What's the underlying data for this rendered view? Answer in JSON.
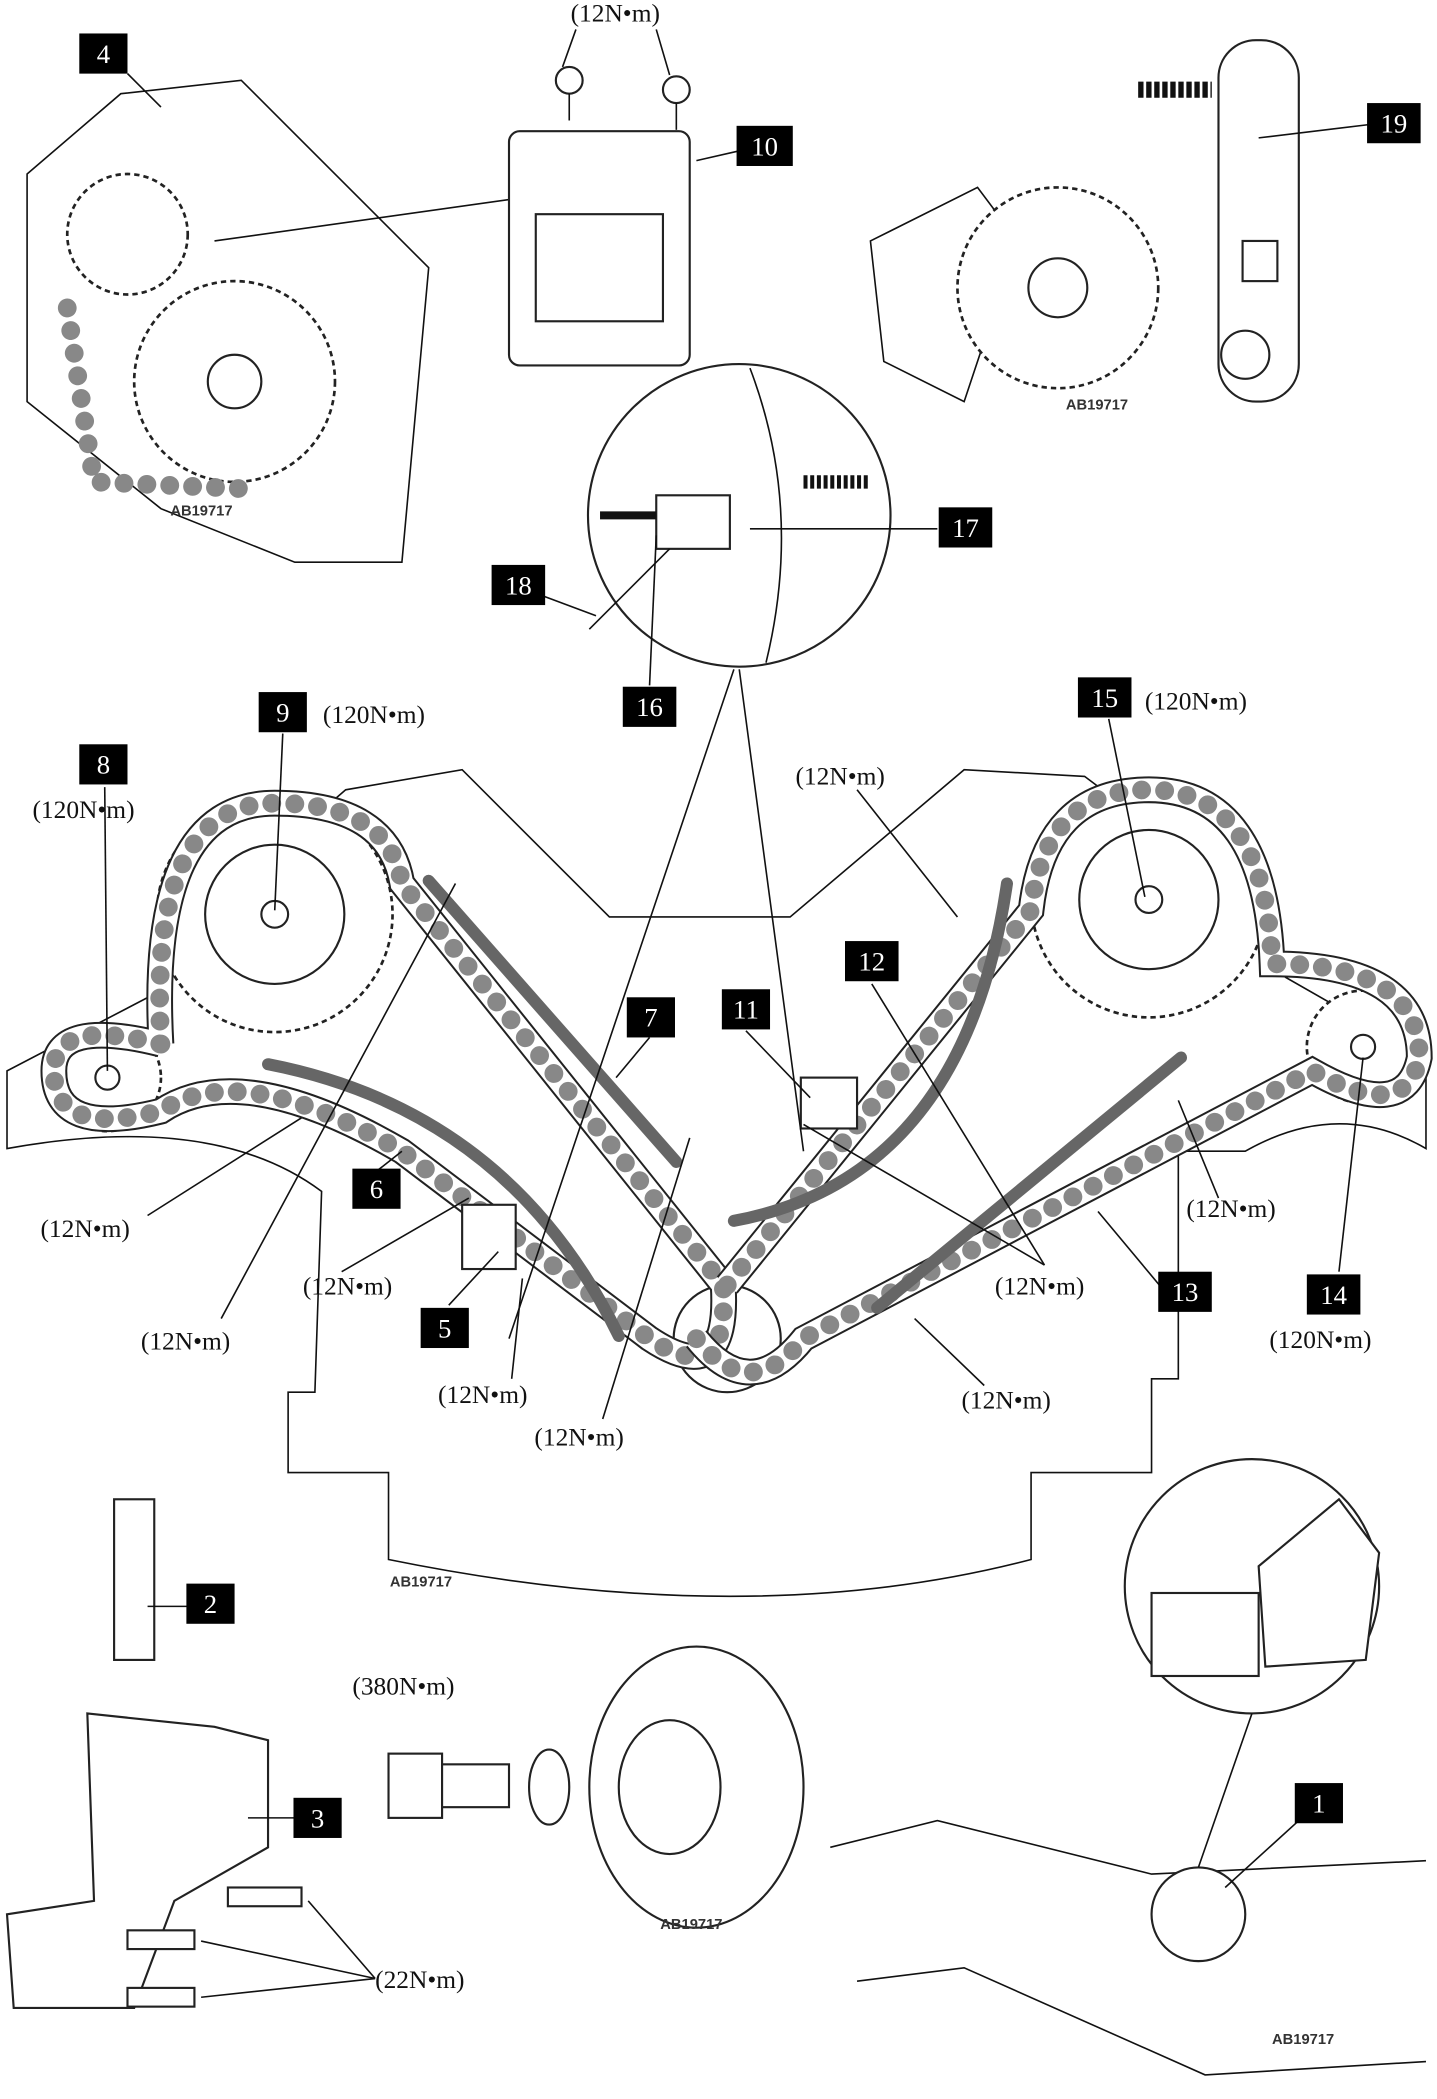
{
  "callouts": [
    "1",
    "2",
    "3",
    "4",
    "5",
    "6",
    "7",
    "8",
    "9",
    "10",
    "11",
    "12",
    "13",
    "14",
    "15",
    "16",
    "17",
    "18",
    "19"
  ],
  "torques": {
    "t12": "(12N•m)",
    "t120": "(120N•m)",
    "t380": "(380N•m)",
    "t22": "(22N•m)"
  },
  "figure_code": "AB19717",
  "colors": {
    "callout_bg": "#111111",
    "chain": "#888888",
    "line": "#111111"
  }
}
